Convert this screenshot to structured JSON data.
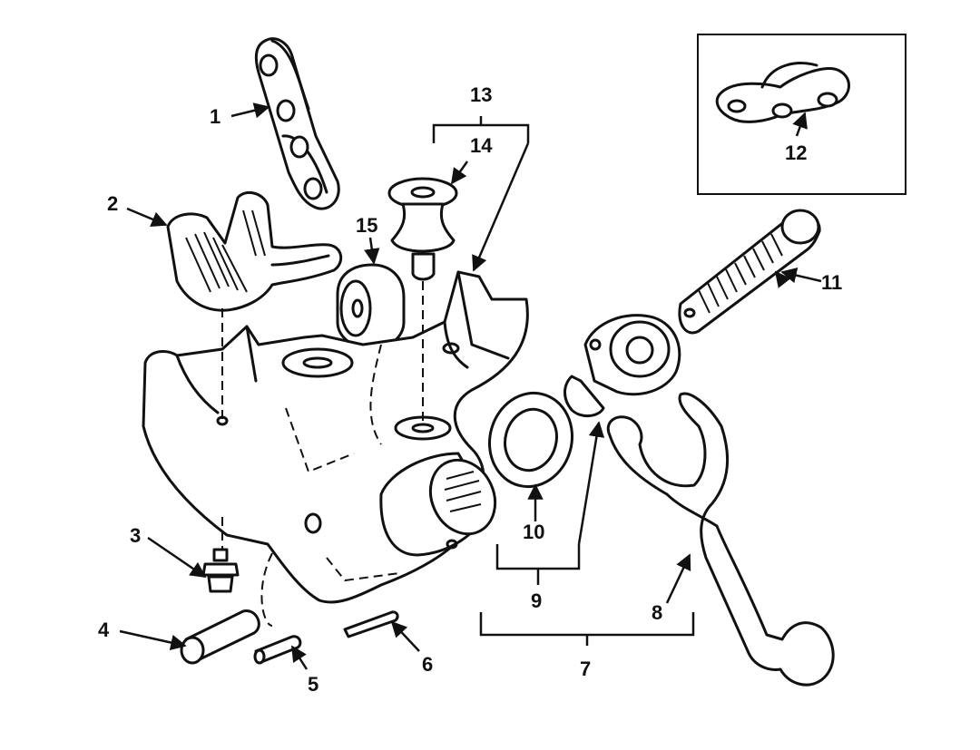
{
  "callouts": {
    "c1": "1",
    "c2": "2",
    "c3": "3",
    "c4": "4",
    "c5": "5",
    "c6": "6",
    "c7": "7",
    "c8": "8",
    "c9": "9",
    "c10": "10",
    "c11": "11",
    "c12": "12",
    "c13": "13",
    "c14": "14",
    "c15": "15"
  },
  "colors": {
    "ink": "#111111",
    "paper": "#ffffff"
  }
}
